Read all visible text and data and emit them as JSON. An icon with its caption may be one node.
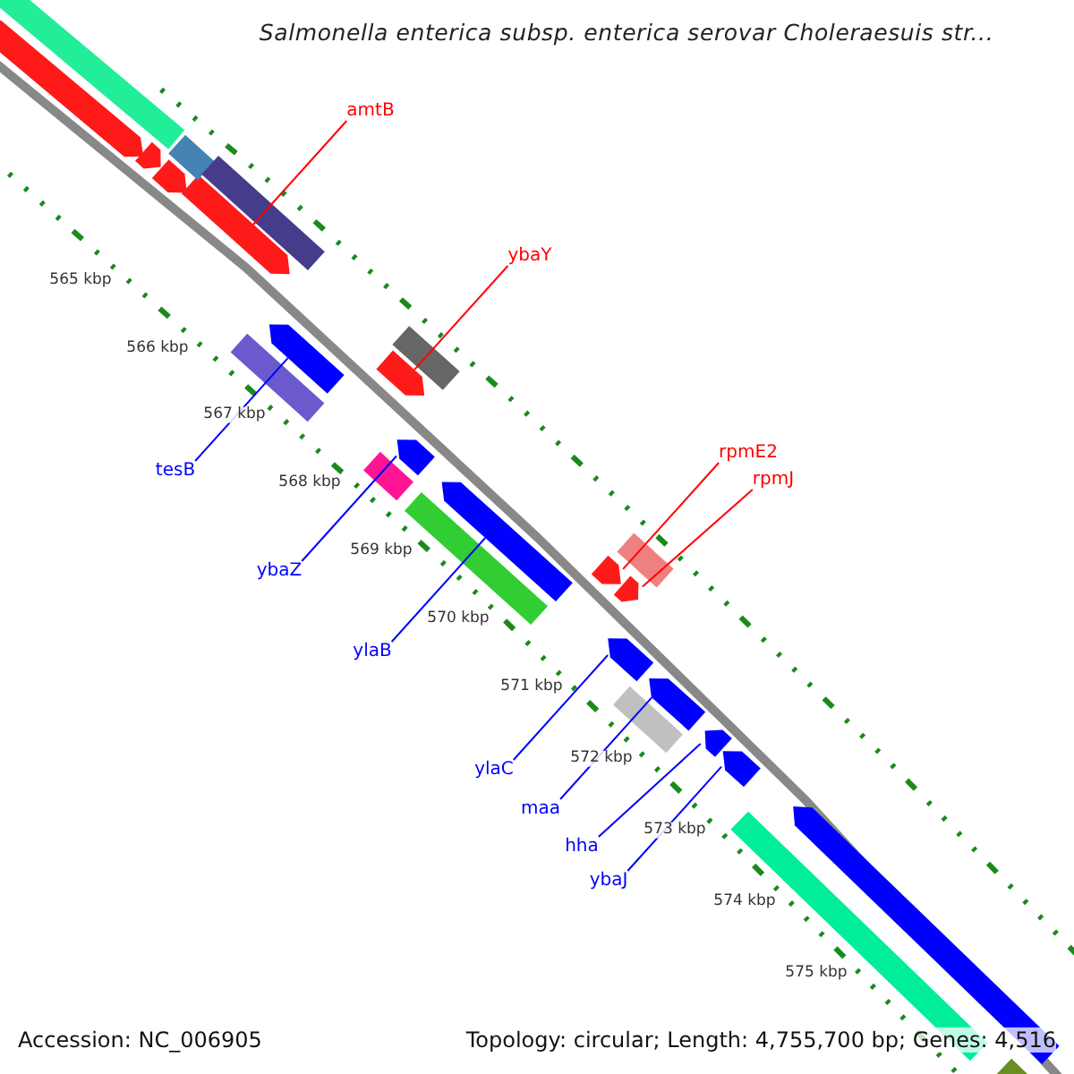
{
  "diagram": {
    "title": "Salmonella enterica subsp. enterica serovar Choleraesuis str...",
    "nodes": [
      {
        "text": [
          "amtB"
        ]
      },
      {
        "text": [
          "ybaY"
        ]
      },
      {
        "text": [
          "rpmE2"
        ]
      },
      {
        "text": [
          "rpmJ"
        ]
      },
      {
        "text": [
          "tesB"
        ]
      },
      {
        "text": [
          "ybaZ"
        ]
      },
      {
        "text": [
          "ylaB"
        ]
      },
      {
        "text": [
          "ylaC"
        ]
      },
      {
        "text": [
          "maa"
        ]
      },
      {
        "text": [
          "hha"
        ]
      },
      {
        "text": [
          "ybaJ"
        ]
      },
      {
        "text": [],
        "shape": "arrow"
      },
      {
        "text": [],
        "shape": "arrow"
      },
      {
        "text": [],
        "shape": "arrow"
      },
      {
        "text": [],
        "shape": "arrow"
      },
      {
        "text": [],
        "shape": "arrow"
      },
      {
        "text": [],
        "shape": "arrow"
      },
      {
        "text": [],
        "shape": "arrow"
      },
      {
        "text": [],
        "shape": "arrow"
      },
      {
        "text": [],
        "shape": "arrow"
      },
      {
        "text": [],
        "shape": "arrow"
      },
      {
        "text": [],
        "shape": "arrow"
      },
      {
        "text": [],
        "shape": "bar"
      },
      {
        "text": [],
        "shape": "arrow"
      },
      {
        "text": [],
        "shape": "arrow"
      },
      {
        "text": [],
        "shape": "arrow"
      },
      {
        "text": [],
        "shape": "bar"
      },
      {
        "text": [],
        "shape": "bar"
      },
      {
        "text": [],
        "shape": "bar"
      },
      {
        "text": [],
        "shape": "bar"
      },
      {
        "text": [],
        "shape": "bar"
      },
      {
        "text": [],
        "shape": "bar"
      },
      {
        "text": [],
        "shape": "bar"
      },
      {
        "text": [],
        "shape": "bar"
      },
      {
        "text": [],
        "shape": "bar"
      },
      {
        "text": [],
        "shape": "bar"
      },
      {
        "text": [],
        "shape": "arrow"
      },
      {
        "text": [],
        "shape": "bar"
      }
    ],
    "edges": [
      {
        "from": 0,
        "to": 11,
        "arrow": "none",
        "color": "#ff0000"
      },
      {
        "from": 1,
        "to": 13,
        "arrow": "none",
        "color": "#ff0000"
      },
      {
        "from": 2,
        "to": 16,
        "arrow": "none",
        "color": "#ff0000"
      },
      {
        "from": 3,
        "to": 17,
        "arrow": "none",
        "color": "#ff0000"
      },
      {
        "from": 4,
        "to": 12,
        "arrow": "none"
      },
      {
        "from": 5,
        "to": 14,
        "arrow": "none"
      },
      {
        "from": 6,
        "to": 15,
        "arrow": "none"
      },
      {
        "from": 7,
        "to": 18,
        "arrow": "none"
      },
      {
        "from": 8,
        "to": 19,
        "arrow": "none"
      },
      {
        "from": 9,
        "to": 20,
        "arrow": "none"
      },
      {
        "from": 10,
        "to": 21,
        "arrow": "none"
      }
    ],
    "labels": [
      "565 kbp",
      "566 kbp",
      "567 kbp",
      "568 kbp",
      "569 kbp",
      "570 kbp",
      "571 kbp",
      "572 kbp",
      "573 kbp",
      "574 kbp",
      "575 kbp",
      "Accession: NC_006905",
      "Topology: circular; Length: 4,755,700 bp; Genes: 4,516"
    ]
  }
}
